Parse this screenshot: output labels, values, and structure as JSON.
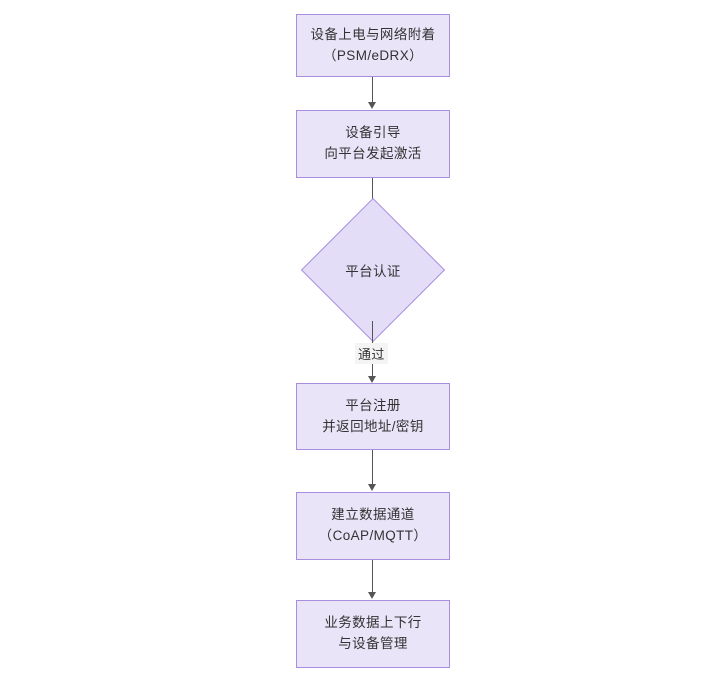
{
  "diagram": {
    "type": "flowchart",
    "orientation": "top-to-bottom",
    "background_color": "#ffffff",
    "node_fill_color": "#e9e4f8",
    "node_border_color": "#a98ee0",
    "text_color": "#333333",
    "connector_color": "#555555",
    "nodes": [
      {
        "id": "n1",
        "shape": "rectangle",
        "line1": "设备上电与网络附着",
        "line2": "（PSM/eDRX）"
      },
      {
        "id": "n2",
        "shape": "rectangle",
        "line1": "设备引导",
        "line2": "向平台发起激活"
      },
      {
        "id": "n3",
        "shape": "diamond",
        "line1": "平台认证"
      },
      {
        "id": "n4",
        "shape": "rectangle",
        "line1": "平台注册",
        "line2": "并返回地址/密钥"
      },
      {
        "id": "n5",
        "shape": "rectangle",
        "line1": "建立数据通道",
        "line2": "（CoAP/MQTT）"
      },
      {
        "id": "n6",
        "shape": "rectangle",
        "line1": "业务数据上下行",
        "line2": "与设备管理"
      }
    ],
    "edges": [
      {
        "id": "e1",
        "from": "n1",
        "to": "n2",
        "label": ""
      },
      {
        "id": "e2",
        "from": "n2",
        "to": "n3",
        "label": ""
      },
      {
        "id": "e3",
        "from": "n3",
        "to": "n4",
        "label": "通过"
      },
      {
        "id": "e4",
        "from": "n4",
        "to": "n5",
        "label": ""
      },
      {
        "id": "e5",
        "from": "n5",
        "to": "n6",
        "label": ""
      }
    ]
  }
}
